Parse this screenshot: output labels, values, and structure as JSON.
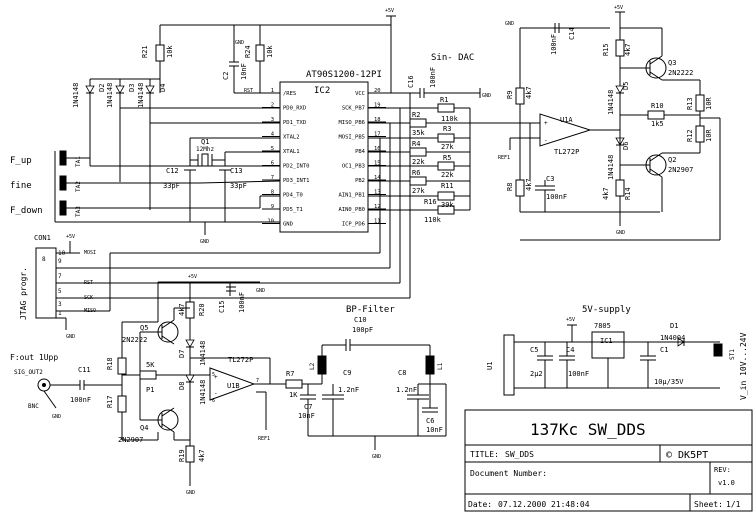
{
  "title_block": {
    "project": "137Kc SW_DDS",
    "title_label": "TITLE:",
    "title_value": "SW_DDS",
    "author": "© DK5PT",
    "docnum_label": "Document Number:",
    "rev_label": "REV:",
    "rev_value": "v1.0",
    "date_label": "Date:",
    "date_value": "07.12.2000 21:48:04",
    "sheet_label": "Sheet:",
    "sheet_value": "1/1"
  },
  "sections": {
    "dac": "Sin- DAC",
    "bp_filter": "BP-Filter",
    "supply": "5V-supply",
    "fout": "F:out 1Upp",
    "vin": "V_in 10V...24V"
  },
  "mcu": {
    "ref": "IC2",
    "part": "AT90S1200-12PI",
    "left_pins": [
      {
        "num": "1",
        "name": "/RES"
      },
      {
        "num": "2",
        "name": "PD0_RXD"
      },
      {
        "num": "3",
        "name": "PD1_TXD"
      },
      {
        "num": "4",
        "name": "XTAL2"
      },
      {
        "num": "5",
        "name": "XTAL1"
      },
      {
        "num": "6",
        "name": "PD2_INT0"
      },
      {
        "num": "7",
        "name": "PD3_INT1"
      },
      {
        "num": "8",
        "name": "PD4_T0"
      },
      {
        "num": "9",
        "name": "PD5_T1"
      },
      {
        "num": "10",
        "name": "GND"
      }
    ],
    "right_pins": [
      {
        "num": "20",
        "name": "VCC"
      },
      {
        "num": "19",
        "name": "SCK_PB7"
      },
      {
        "num": "18",
        "name": "MISO_PB6"
      },
      {
        "num": "17",
        "name": "MOSI_PB5"
      },
      {
        "num": "16",
        "name": "PB4"
      },
      {
        "num": "15",
        "name": "OC1_PB3"
      },
      {
        "num": "14",
        "name": "PB2"
      },
      {
        "num": "13",
        "name": "AIN1_PB1"
      },
      {
        "num": "12",
        "name": "AIN0_PB0"
      },
      {
        "num": "11",
        "name": "ICP_PD6"
      }
    ]
  },
  "labels": {
    "vcc": "+5V",
    "gnd": "GND",
    "rst": "RST",
    "mosi": "MOSI",
    "sck": "SCK",
    "miso": "MISO",
    "ref1": "REF1",
    "bnc": "BNC",
    "sig": "SIG_OUT2",
    "jtag": "JTAG progr.",
    "con": "CON1",
    "f_up": "F_up",
    "fine": "fine",
    "f_down": "F_down",
    "ta1": "TA1",
    "ta2": "TA2",
    "ta3": "TA3",
    "pin8": "8",
    "pin10": "10",
    "pin9": "9",
    "pin7": "7",
    "pin5": "5",
    "pin3": "3",
    "pin1": "1"
  },
  "parts": {
    "R21": "R21",
    "R21v": "10k",
    "R24": "R24",
    "R24v": "10k",
    "C2": "C2",
    "C2v": "10nF",
    "D1h": "1N4148",
    "D2": "D2",
    "D3": "D3",
    "D4": "D4",
    "D3v": "1N4148",
    "D4v": "1N4148",
    "Q1": "Q1",
    "Q1v": "12Mhz",
    "C12": "C12",
    "C12v": "33pF",
    "C13": "C13",
    "C13v": "33pF",
    "C16": "C16",
    "C16v": "100nF",
    "R1": "R1",
    "R1v": "110k",
    "R2": "R2",
    "R2v": "35k",
    "R3": "R3",
    "R3v": "27k",
    "R4": "R4",
    "R4v": "22k",
    "R5": "R5",
    "R5v": "22k",
    "R6": "R6",
    "R6v": "27k",
    "R11": "R11",
    "R11v": "39k",
    "R16": "R16",
    "R16v": "110k",
    "C14": "C14",
    "C14v": "100nF",
    "R9": "R9",
    "R9v": "4k7",
    "R8": "R8",
    "R8v": "4k7",
    "C3": "C3",
    "C3v": "100nF",
    "U1A": "U1A",
    "U1Av": "TL272P",
    "R15": "R15",
    "R15v": "4k7",
    "D5": "D5",
    "D5v": "1N4148",
    "D6": "D6",
    "D6v": "1N4148",
    "R14": "R14",
    "R14v": "4k7",
    "Q3": "Q3",
    "Q3v": "2N2222",
    "Q2": "Q2",
    "Q2v": "2N2907",
    "R10": "R10",
    "R10v": "1k5",
    "R13": "R13",
    "R13v": "10R",
    "R12": "R12",
    "R12v": "10R",
    "R20": "R20",
    "R20v": "4k7",
    "C15": "C15",
    "C15v": "100nF",
    "Q5": "Q5",
    "Q5v": "2N2222",
    "D7": "D7",
    "D7v": "1N4148",
    "D8": "D8",
    "D8v": "1N4148",
    "Q4": "Q4",
    "Q4v": "2N2907",
    "R19": "R19",
    "R19v": "4k7",
    "R18": "R18",
    "R17": "R17",
    "P1": "P1",
    "P1v": "5K",
    "C11": "C11",
    "C11v": "100nF",
    "U1B": "U1B",
    "U1Bv": "TL272P",
    "R7": "R7",
    "R7v": "1K",
    "C10": "C10",
    "C10v": "100pF",
    "L2": "L2",
    "L1": "L1",
    "C9": "C9",
    "C9v": "1.2nF",
    "C8": "C8",
    "C8v": "1.2nF",
    "C7": "C7",
    "C7v": "10nF",
    "C6": "C6",
    "C6v": "10nF",
    "IC1": "IC1",
    "IC1v": "7805",
    "C5": "C5",
    "C5v": "2µ2",
    "C4": "C4",
    "C4v": "100nF",
    "C1": "C1",
    "C1v": "10µ/35V",
    "D1": "D1",
    "D1v": "1N4004",
    "ST1": "ST1",
    "U1": "U1"
  }
}
